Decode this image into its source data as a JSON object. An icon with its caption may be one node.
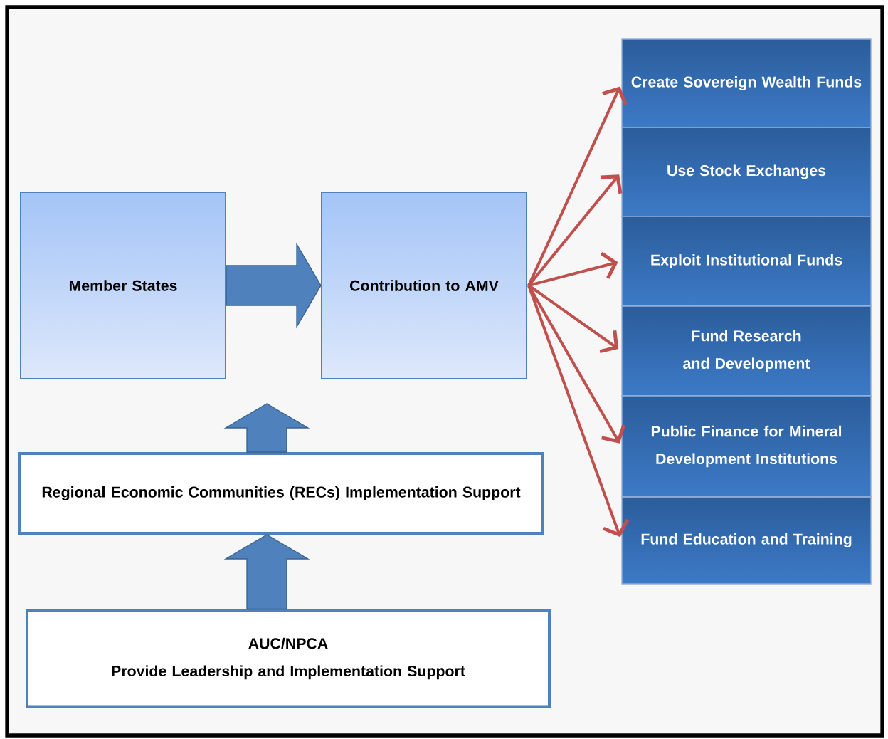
{
  "diagram": {
    "nodes": [
      {
        "text": [
          "Member States"
        ]
      },
      {
        "text": [
          "Contribution to AMV"
        ]
      },
      {
        "text": [
          "Create Sovereign Wealth Funds"
        ]
      },
      {
        "text": [
          "Use Stock Exchanges"
        ]
      },
      {
        "text": [
          "Exploit Institutional Funds"
        ]
      },
      {
        "text": [
          "Fund Research and Development"
        ]
      },
      {
        "text": [
          "Public Finance for Mineral Development Institutions"
        ]
      },
      {
        "text": [
          "Fund Education and Training"
        ]
      },
      {
        "text": [
          "Regional Economic Communities (RECs) Implementation Support"
        ]
      },
      {
        "text": [
          "AUC/NPCA",
          "Provide Leadership and Implementation Support"
        ]
      }
    ],
    "edges": [
      {
        "from": 0,
        "to": 1,
        "arrow": "to",
        "style": "thick",
        "color": "#4f81bd"
      },
      {
        "from": 1,
        "to": 2,
        "arrow": "to"
      },
      {
        "from": 1,
        "to": 3,
        "arrow": "to"
      },
      {
        "from": 1,
        "to": 4,
        "arrow": "to"
      },
      {
        "from": 1,
        "to": 5,
        "arrow": "to"
      },
      {
        "from": 1,
        "to": 6,
        "arrow": "to"
      },
      {
        "from": 1,
        "to": 7,
        "arrow": "to"
      },
      {
        "from": 8,
        "to": null,
        "arrow": "to",
        "style": "thick",
        "color": "#4f81bd"
      },
      {
        "from": 9,
        "to": 8,
        "arrow": "to",
        "style": "thick",
        "color": "#4f81bd"
      }
    ]
  }
}
